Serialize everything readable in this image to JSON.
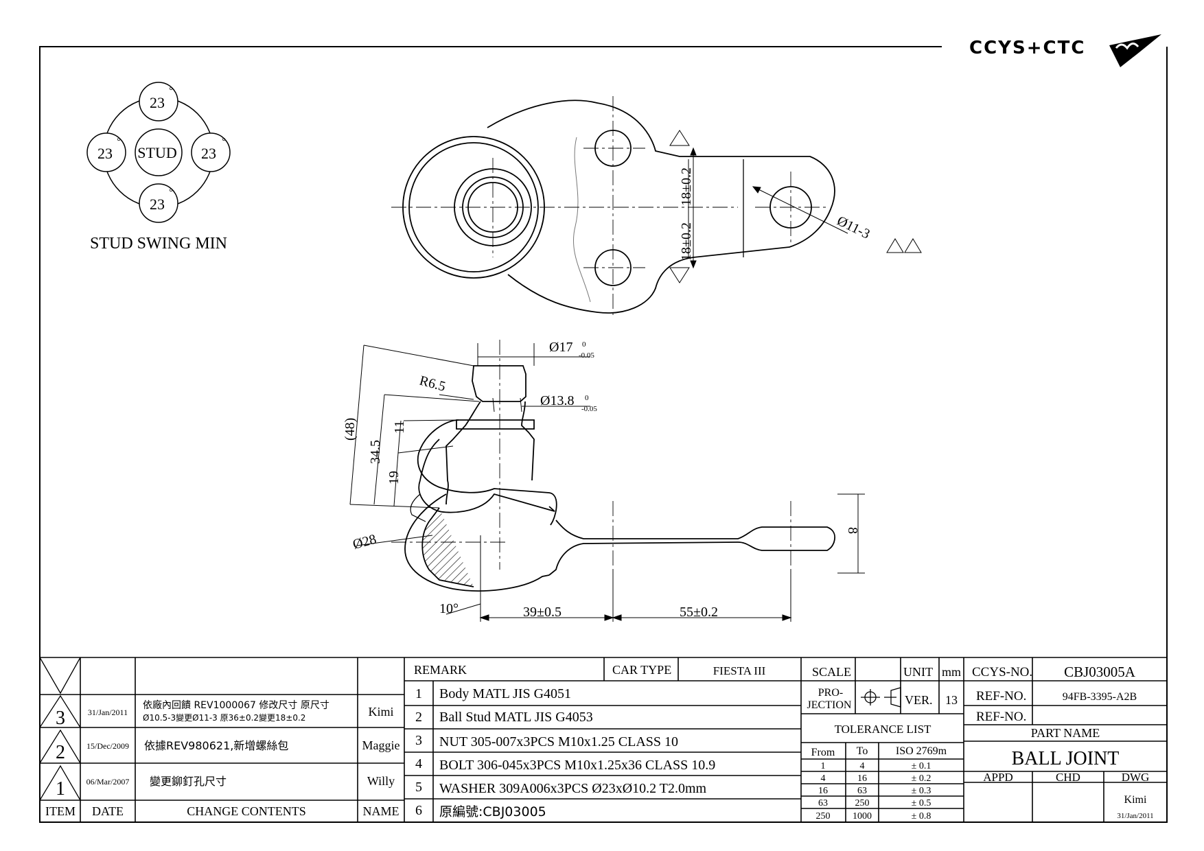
{
  "logo": {
    "text": "CCYS+CTC"
  },
  "stud_swing": {
    "center_label": "STUD",
    "angles": [
      "23",
      "23",
      "23",
      "23"
    ],
    "degree_mark": "°",
    "caption": "STUD SWING MIN"
  },
  "dimensions": {
    "hole_callout": "Ø11-3",
    "hole_spacing_top": "18±0.2",
    "hole_spacing_bottom": "18±0.2",
    "stud_dia_17": "Ø17",
    "stud_dia_17_tol_upper": "0",
    "stud_dia_17_tol_lower": "-0.05",
    "stud_dia_13_8": "Ø13.8",
    "stud_dia_13_8_tol_upper": "0",
    "stud_dia_13_8_tol_lower": "-0.05",
    "radius": "R6.5",
    "height_48": "(48)",
    "height_34_5": "34.5",
    "height_11": "11",
    "height_19": "19",
    "ball_dia": "Ø28",
    "angle_10": "10°",
    "len_39": "39±0.5",
    "len_55": "55±0.2",
    "arm_thickness": "8"
  },
  "revisions": {
    "rows": [
      {
        "item": "3",
        "date": "31/Jan/2011",
        "change_line1": "依廠內回饋 REV1000067 修改尺寸 原尺寸",
        "change_line2": "Ø10.5-3變更Ø11-3 原36±0.2變更18±0.2",
        "name": "Kimi"
      },
      {
        "item": "2",
        "date": "15/Dec/2009",
        "change_line1": "依據REV980621,新增螺絲包",
        "change_line2": "",
        "name": "Maggie"
      },
      {
        "item": "1",
        "date": "06/Mar/2007",
        "change_line1": "變更鉚釘孔尺寸",
        "change_line2": "",
        "name": "Willy"
      }
    ],
    "headers": {
      "item": "ITEM",
      "date": "DATE",
      "change": "CHANGE CONTENTS",
      "name": "NAME"
    }
  },
  "remarks": {
    "header": "REMARK",
    "car_type_label": "CAR TYPE",
    "car_type_value": "FIESTA III",
    "items": [
      {
        "no": "1",
        "text": "Body MATL JIS G4051"
      },
      {
        "no": "2",
        "text": "Ball Stud MATL JIS G4053"
      },
      {
        "no": "3",
        "text": "NUT 305-007x3PCS M10x1.25 CLASS 10"
      },
      {
        "no": "4",
        "text": "BOLT 306-045x3PCS M10x1.25x36 CLASS 10.9"
      },
      {
        "no": "5",
        "text": "WASHER 309A006x3PCS Ø23xØ10.2 T2.0mm"
      },
      {
        "no": "6",
        "text": "原編號:CBJ03005"
      }
    ]
  },
  "spec": {
    "scale_label": "SCALE",
    "scale_value": "",
    "unit_label": "UNIT",
    "unit_value": "mm",
    "projection_label_1": "PRO-",
    "projection_label_2": "JECTION",
    "ver_label": "VER.",
    "ver_value": "13",
    "tolerance_title": "TOLERANCE LIST",
    "tolerance_headers": [
      "From",
      "To",
      "ISO 2769m"
    ],
    "tolerance_rows": [
      [
        "1",
        "4",
        "± 0.1"
      ],
      [
        "4",
        "16",
        "± 0.2"
      ],
      [
        "16",
        "63",
        "± 0.3"
      ],
      [
        "63",
        "250",
        "± 0.5"
      ],
      [
        "250",
        "1000",
        "± 0.8"
      ]
    ]
  },
  "title_block": {
    "ccys_no_label": "CCYS-NO.",
    "ccys_no_value": "CBJ03005A",
    "ref_no_label_1": "REF-NO.",
    "ref_no_value_1": "94FB-3395-A2B",
    "ref_no_label_2": "REF-NO.",
    "ref_no_value_2": "",
    "part_name_label": "PART NAME",
    "part_name_value": "BALL JOINT",
    "appd_label": "APPD",
    "chd_label": "CHD",
    "dwg_label": "DWG",
    "dwg_name": "Kimi",
    "dwg_date": "31/Jan/2011"
  }
}
